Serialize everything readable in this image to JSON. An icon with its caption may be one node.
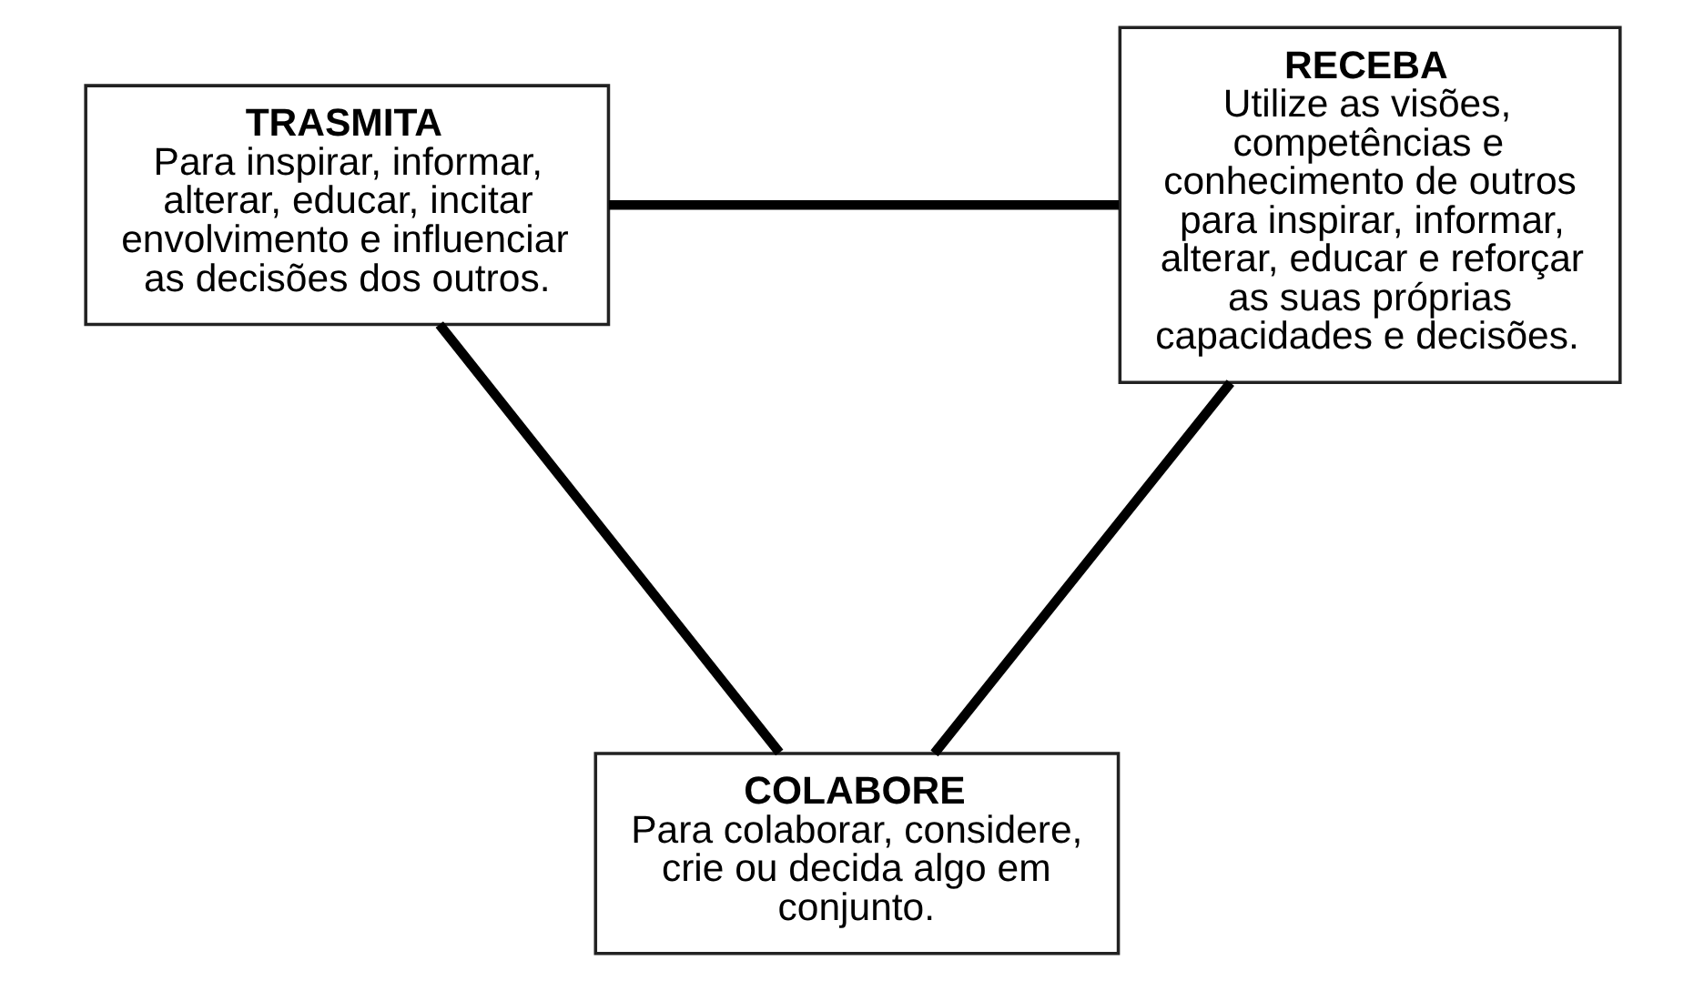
{
  "diagram": {
    "nodes": [
      {
        "text": [
          "TRASMITA",
          "Para inspirar, informar, alterar, educar, incitar envolvimento e influenciar as decisões dos outros."
        ]
      },
      {
        "text": [
          "RECEBA",
          "Utilize as visões, competências e conhecimento de outros para inspirar, informar, alterar, educar e reforçar as suas próprias capacidades e decisões."
        ]
      },
      {
        "text": [
          "COLABORE",
          "Para colaborar, considere, crie ou decida algo em conjunto."
        ]
      }
    ],
    "edges": [
      {
        "from": 0,
        "to": 1,
        "arrow": "none"
      },
      {
        "from": 1,
        "to": 2,
        "arrow": "none"
      },
      {
        "from": 2,
        "to": 0,
        "arrow": "none"
      }
    ]
  }
}
